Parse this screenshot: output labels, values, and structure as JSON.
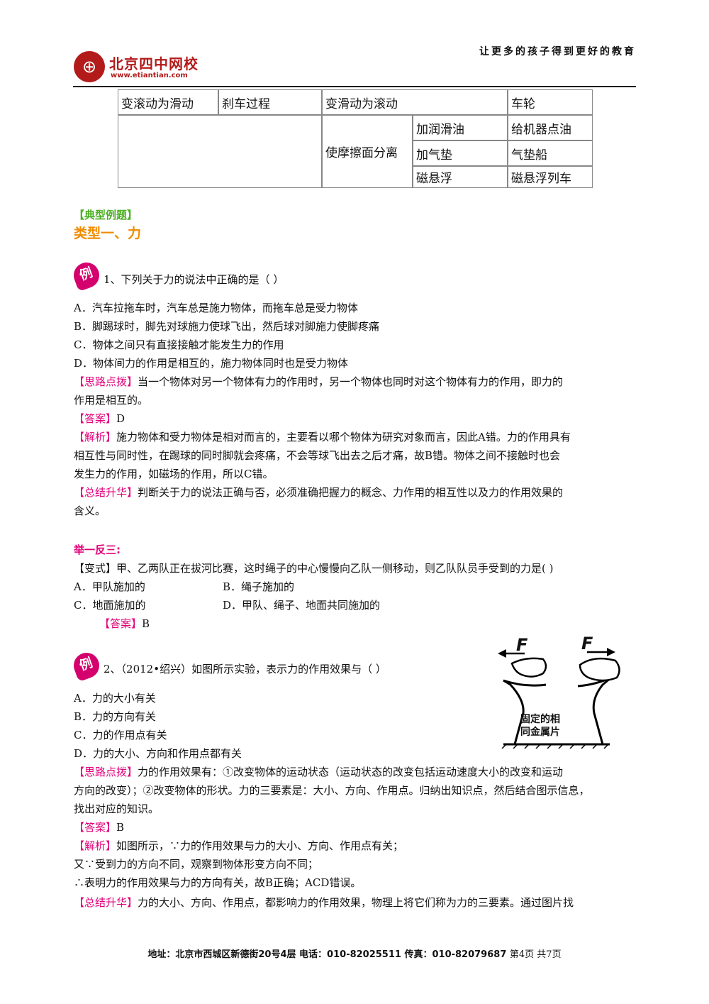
{
  "header": {
    "slogan": "让更多的孩子得到更好的教育",
    "logo_name": "北京四中网校",
    "logo_url": "www.etiantian.com"
  },
  "table": {
    "row1": [
      "变滚动为滑动",
      "刹车过程",
      "变滑动为滚动",
      "车轮"
    ],
    "merged": "使摩擦面分离",
    "sub_rows": [
      [
        "加润滑油",
        "给机器点油"
      ],
      [
        "加气垫",
        "气垫船"
      ],
      [
        "磁悬浮",
        "磁悬浮列车"
      ]
    ]
  },
  "section": {
    "title": "【典型例题】",
    "type1": "类型一、力"
  },
  "ex1": {
    "badge": "例",
    "question": "1、下列关于力的说法中正确的是（    ）",
    "options": [
      "A．汽车拉拖车时，汽车总是施力物体，而拖车总是受力物体",
      "B．脚踢球时，脚先对球施力使球飞出，然后球对脚施力使脚疼痛",
      "C．物体之间只有直接接触才能发生力的作用",
      "D．物体间力的作用是相互的，施力物体同时也是受力物体"
    ],
    "hint_tag": "【思路点拨】",
    "hint": [
      "当一个物体对另一个物体有力的作用时，另一个物体也同时对这个物体有力的作用，即力的",
      "作用是相互的。"
    ],
    "answer_tag": "【答案】",
    "answer": "D",
    "analysis_tag": "【解析】",
    "analysis": [
      "施力物体和受力物体是相对而言的，主要看以哪个物体为研究对象而言，因此A错。力的作用具有",
      "相互性与同时性，在踢球的同时脚就会疼痛，不会等球飞出去之后才痛，故B错。物体之间不接触时也会",
      "发生力的作用，如磁场的作用，所以C错。"
    ],
    "summary_tag": "【总结升华】",
    "summary": [
      "判断关于力的说法正确与否，必须准确把握力的概念、力作用的相互性以及力的作用效果的",
      "含义。"
    ]
  },
  "variant": {
    "title": "举一反三:",
    "question": "【变式】甲、乙两队正在拔河比赛，这时绳子的中心慢慢向乙队一侧移动，则乙队队员手受到的力是(      )",
    "options": [
      "A．甲队施加的",
      "B．绳子施加的",
      "C．地面施加的",
      "D．甲队、绳子、地面共同施加的"
    ],
    "answer_tag": "【答案】",
    "answer": "B"
  },
  "ex2": {
    "badge": "例",
    "question": "2、（2012•绍兴）如图所示实验，表示力的作用效果与（    ）",
    "options": [
      "A．力的大小有关",
      "B．力的方向有关",
      "C．力的作用点有关",
      "D．力的大小、方向和作用点都有关"
    ],
    "figure_label_1": "固定的相",
    "figure_label_2": "同金属片",
    "figure_f": "F",
    "hint_tag": "【思路点拨】",
    "hint": [
      "力的作用效果有：①改变物体的运动状态（运动状态的改变包括运动速度大小的改变和运动",
      "方向的改变）；②改变物体的形状。力的三要素是：大小、方向、作用点。归纳出知识点，然后结合图示信息，",
      "找出对应的知识。"
    ],
    "answer_tag": "【答案】",
    "answer": "B",
    "analysis_tag": "【解析】",
    "analysis": [
      "如图所示，∵力的作用效果与力的大小、方向、作用点有关；",
      "又∵受到力的方向不同，观察到物体形变方向不同；",
      "∴表明力的作用效果与力的方向有关，故B正确；ACD错误。"
    ],
    "summary_tag": "【总结升华】",
    "summary": "力的大小、方向、作用点，都影响力的作用效果，物理上将它们称为力的三要素。通过图片找"
  },
  "footer": {
    "address": "地址：北京市西城区新德街20号4层  电话：010-82025511  传真：010-82079687",
    "page": "第4页  共7页"
  }
}
